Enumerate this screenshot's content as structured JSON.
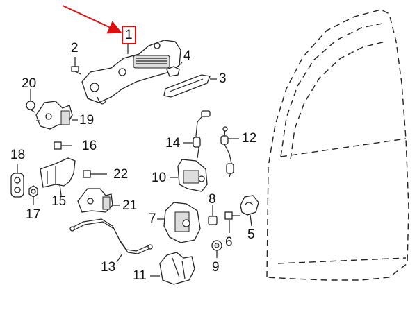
{
  "diagram": {
    "callouts": [
      "1",
      "2",
      "3",
      "4",
      "5",
      "6",
      "7",
      "8",
      "9",
      "10",
      "11",
      "12",
      "13",
      "14",
      "15",
      "16",
      "17",
      "18",
      "19",
      "20",
      "21",
      "22"
    ],
    "highlighted_callout": "1",
    "highlight_color": "#e01010",
    "arrow_color": "#e01010",
    "line_color": "#222222"
  }
}
